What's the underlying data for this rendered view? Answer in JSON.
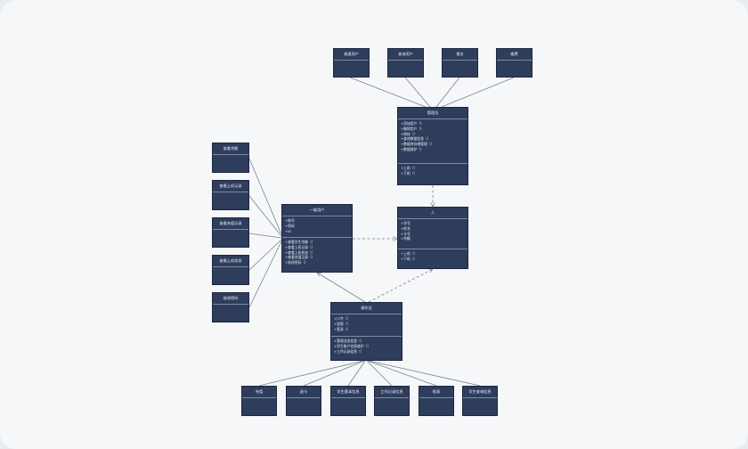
{
  "classes": {
    "top1": {
      "name": "普通用户",
      "attrs": [],
      "methods": []
    },
    "top2": {
      "name": "查询用户",
      "attrs": [],
      "methods": []
    },
    "top3": {
      "name": "报名",
      "attrs": [],
      "methods": []
    },
    "top4": {
      "name": "缴费",
      "attrs": [],
      "methods": []
    },
    "admin": {
      "name": "管理员",
      "attrs": [
        "+添加用户（）",
        "+删除用户（）",
        "+审核（）",
        "+查询数据信息（）",
        "+数据库存储管理（）",
        "+数据维护（）"
      ],
      "methods": [
        "+上机（）",
        "+下机（）"
      ]
    },
    "left1": {
      "name": "查看余额",
      "attrs": [],
      "methods": []
    },
    "left2": {
      "name": "查看上机记录",
      "attrs": [],
      "methods": []
    },
    "left3": {
      "name": "查看充值记录",
      "attrs": [],
      "methods": []
    },
    "left4": {
      "name": "查看上机状态",
      "attrs": [],
      "methods": []
    },
    "left5": {
      "name": "修改密码",
      "attrs": [],
      "methods": []
    },
    "user": {
      "name": "一般用户",
      "attrs": [
        "+账号",
        "+密码",
        "+ID"
      ],
      "methods": [
        "+查看学生余额（）",
        "+查看上机记录（）",
        "+查看上机状态（）",
        "+查看充值记录（）",
        "+修改密码（）"
      ]
    },
    "person": {
      "name": "人",
      "attrs": [
        "+学号",
        "+姓名",
        "+卡号",
        "+余额"
      ],
      "methods": [
        "+上机（）",
        "+下机（）"
      ]
    },
    "op": {
      "name": "操作员",
      "attrs": [
        "+口令（）",
        "+权限（）",
        "+登录（）"
      ],
      "methods": [
        "+管理业务信息（）",
        "+学生账户信息维护（）",
        "+工作记录信息（）"
      ]
    },
    "bot1": {
      "name": "充值",
      "attrs": [],
      "methods": []
    },
    "bot2": {
      "name": "退卡",
      "attrs": [],
      "methods": []
    },
    "bot3": {
      "name": "学生基本信息",
      "attrs": [],
      "methods": []
    },
    "bot4": {
      "name": "工作记录信息",
      "attrs": [],
      "methods": []
    },
    "bot5": {
      "name": "报表",
      "attrs": [],
      "methods": []
    },
    "bot6": {
      "name": "学生查询信息",
      "attrs": [],
      "methods": []
    }
  },
  "colors": {
    "box_fill": "#2f3d5c",
    "line": "#7a8192",
    "background": "#f6f7f9"
  }
}
